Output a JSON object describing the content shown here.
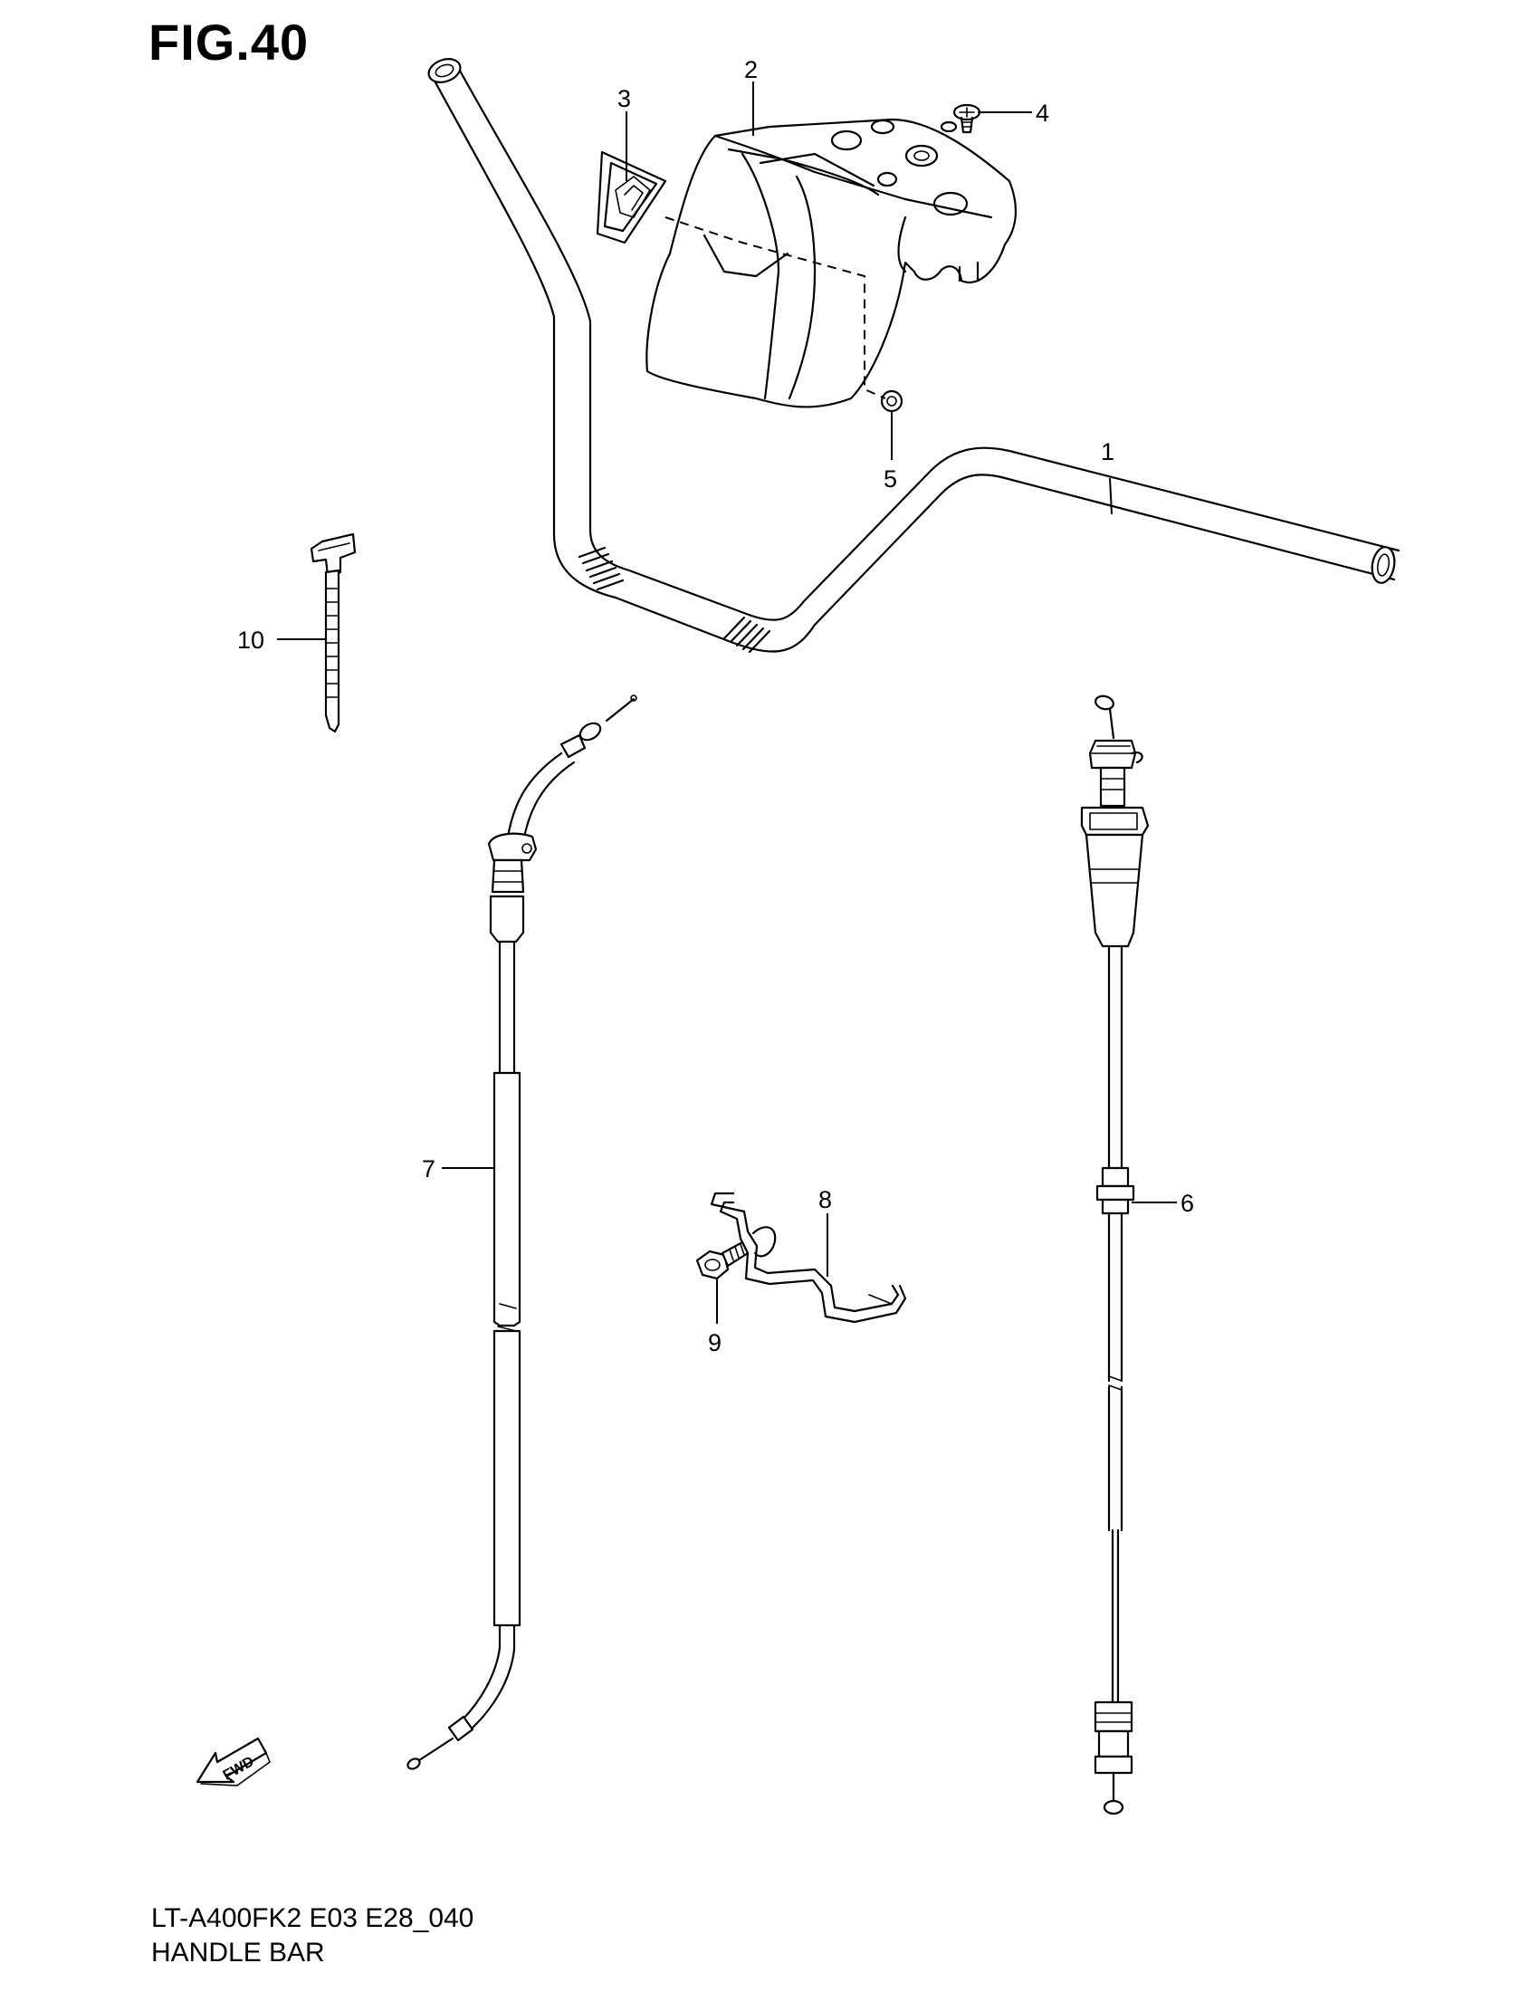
{
  "figure": {
    "title": "FIG.40"
  },
  "callouts": {
    "p1": "1",
    "p2": "2",
    "p3": "3",
    "p4": "4",
    "p5": "5",
    "p6": "6",
    "p7": "7",
    "p8": "8",
    "p9": "9",
    "p10": "10"
  },
  "direction_marker": {
    "label": "FWD"
  },
  "footer": {
    "model_code": "LT-A400FK2 E03 E28_040",
    "section_name": "HANDLE BAR"
  }
}
